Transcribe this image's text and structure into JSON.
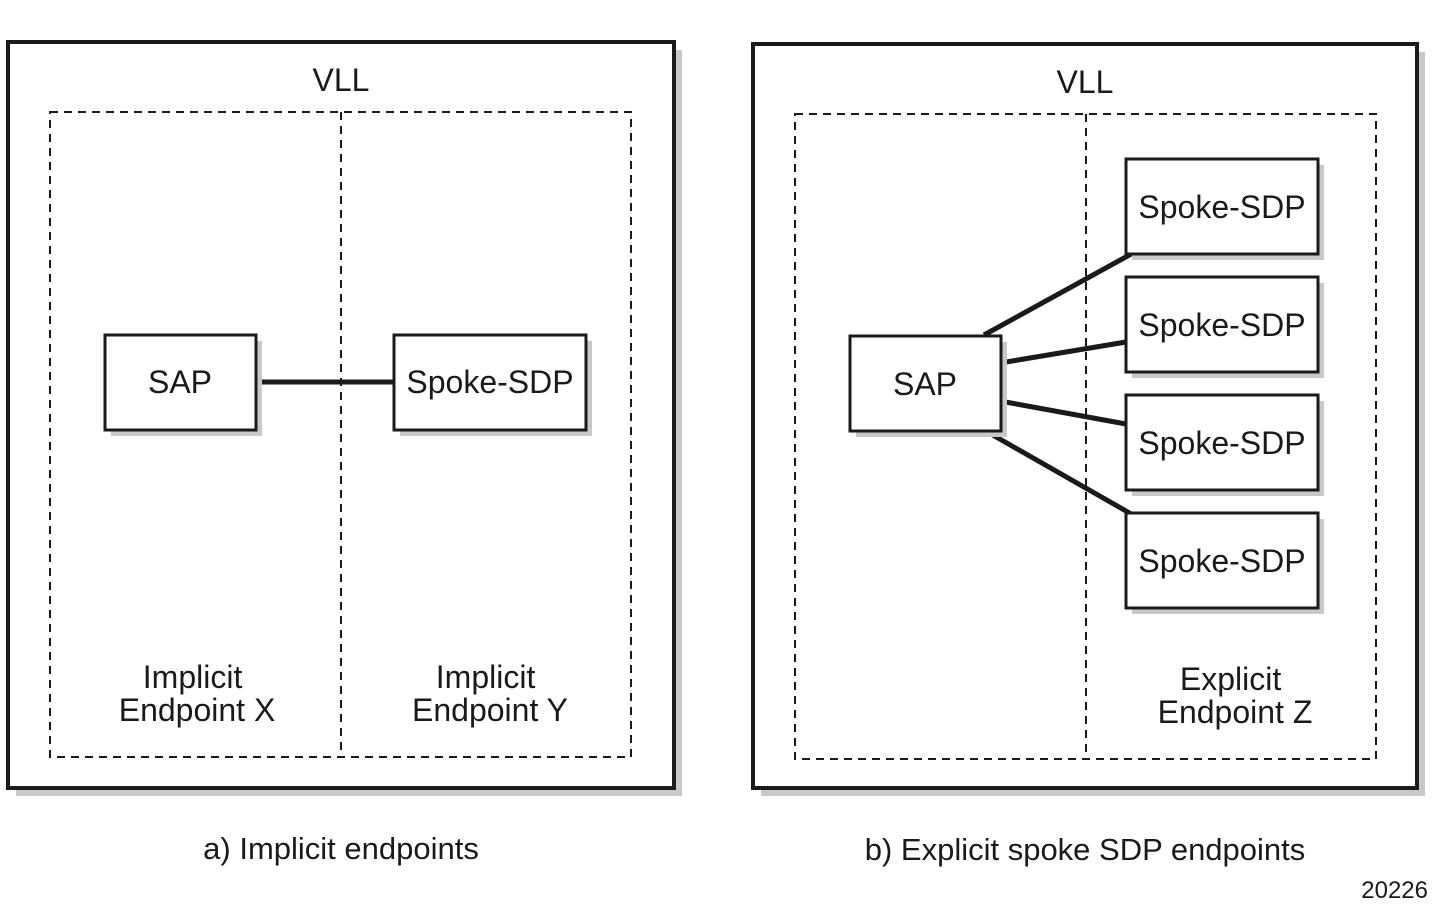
{
  "colors": {
    "ink": "#1a1a1a",
    "shadow": "#c8c8c8",
    "background": "#ffffff"
  },
  "panel_a": {
    "title": "VLL",
    "sap_label": "SAP",
    "spoke_label": "Spoke-SDP",
    "endpoint_x": {
      "line1": "Implicit",
      "line2": "Endpoint X"
    },
    "endpoint_y": {
      "line1": "Implicit",
      "line2": "Endpoint Y"
    },
    "caption": "a) Implicit endpoints"
  },
  "panel_b": {
    "title": "VLL",
    "sap_label": "SAP",
    "spokes": [
      {
        "label": "Spoke-SDP"
      },
      {
        "label": "Spoke-SDP"
      },
      {
        "label": "Spoke-SDP"
      },
      {
        "label": "Spoke-SDP"
      }
    ],
    "endpoint_z": {
      "line1": "Explicit",
      "line2": "Endpoint Z"
    },
    "caption": "b) Explicit spoke SDP endpoints"
  },
  "figure_number": "20226"
}
